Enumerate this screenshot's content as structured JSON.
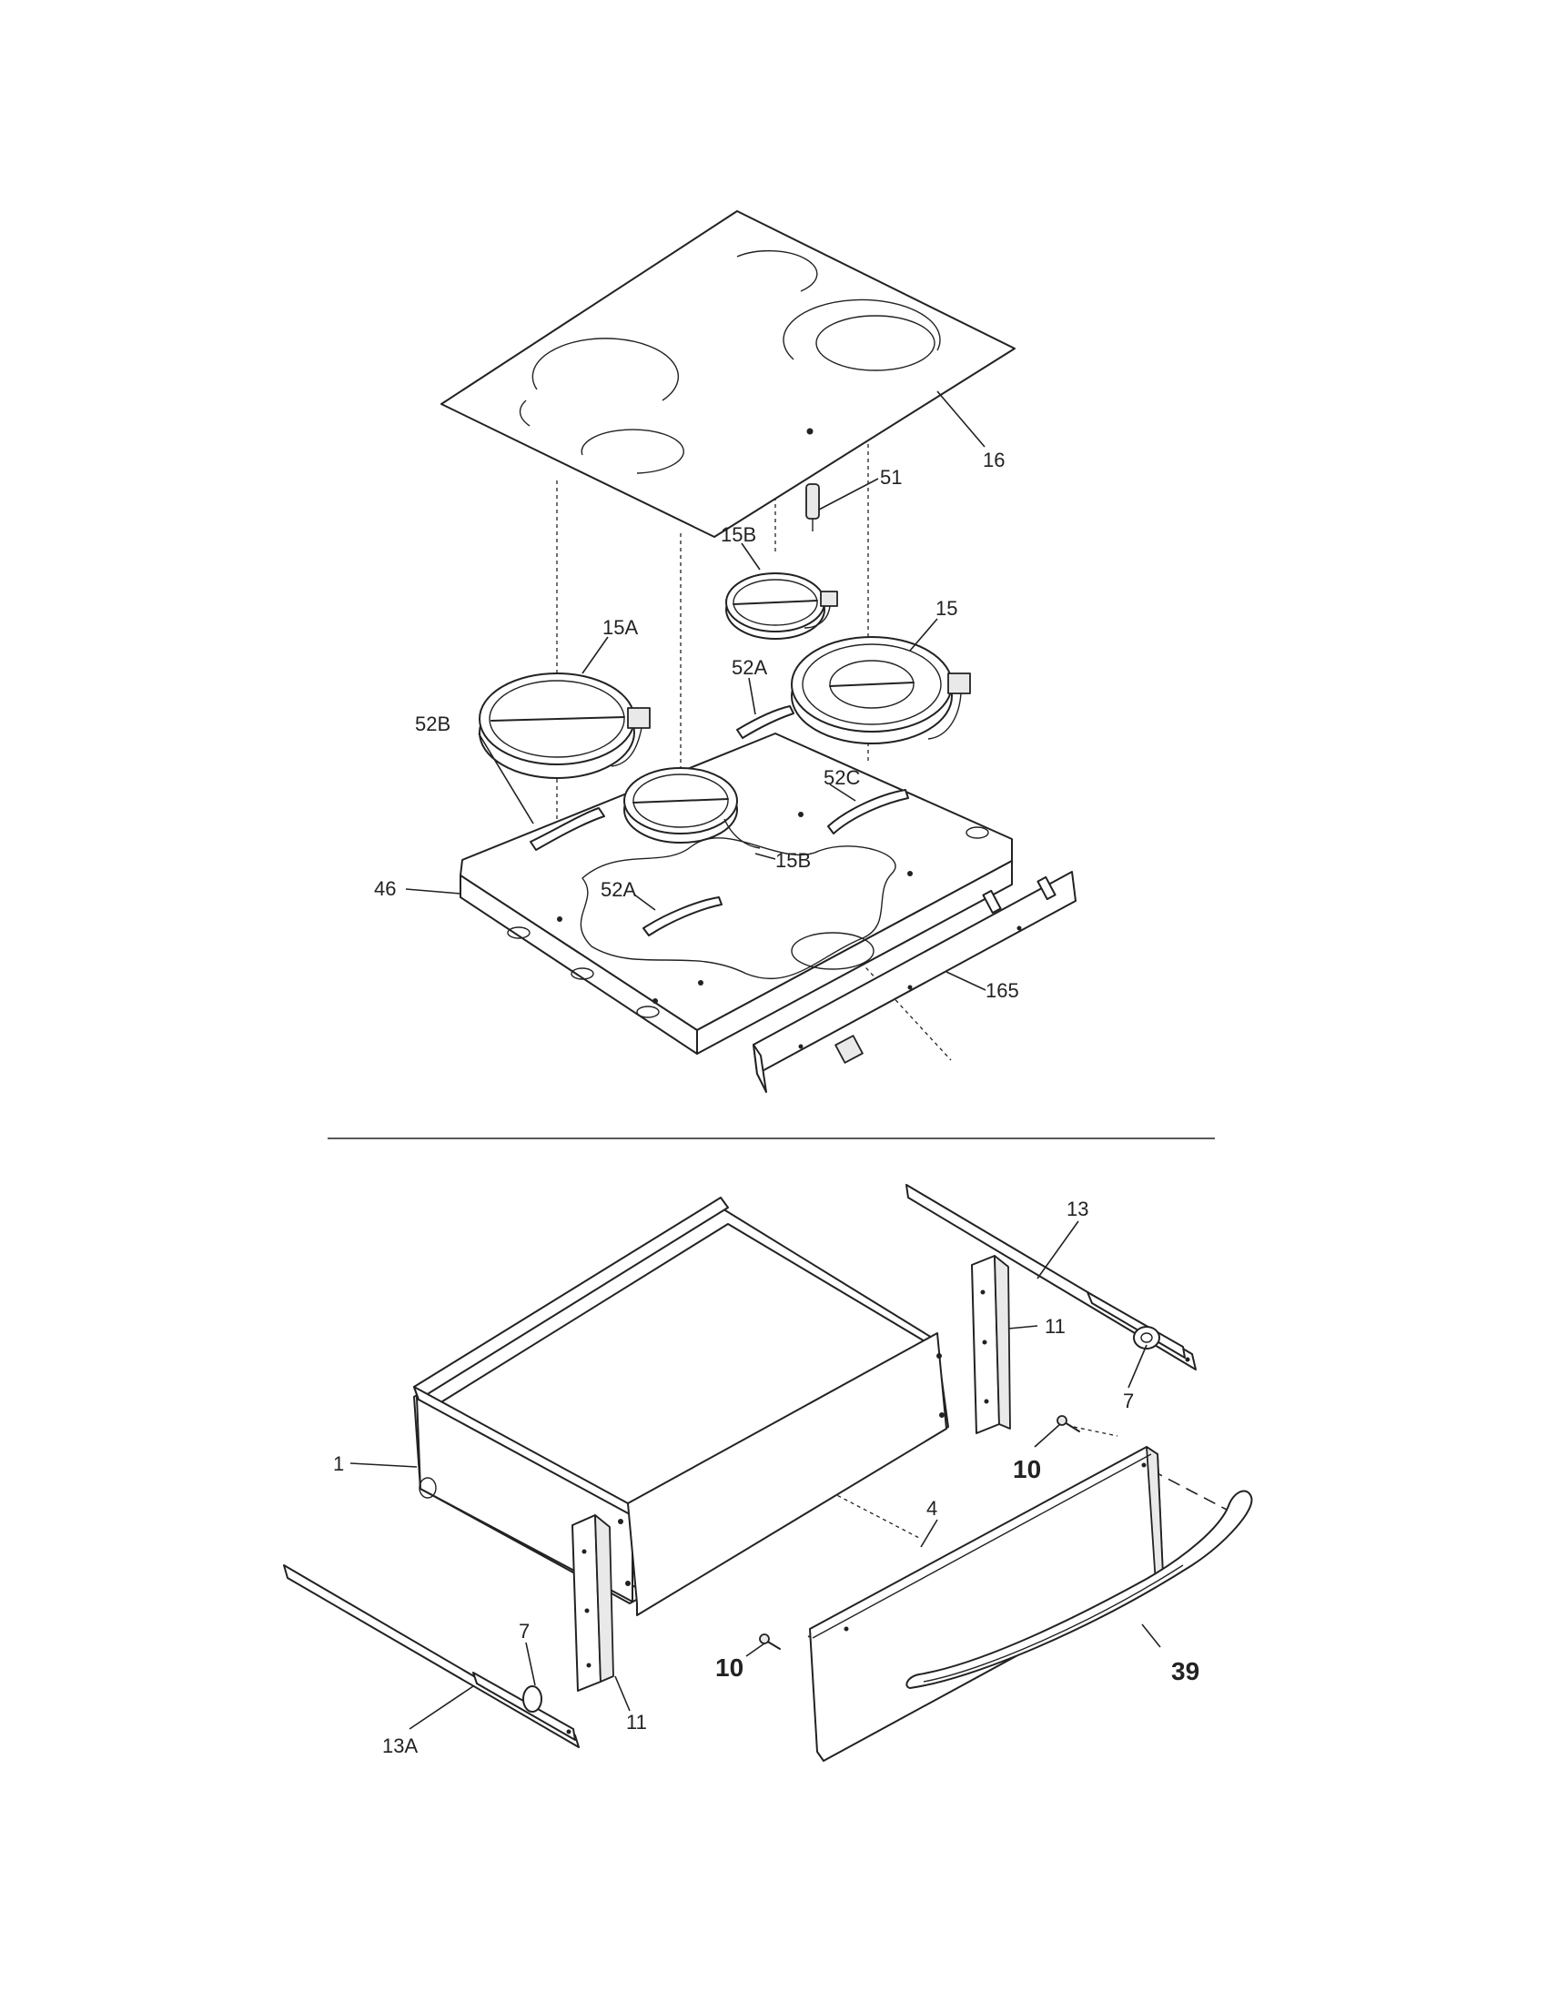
{
  "top_section": {
    "labels": {
      "cooktop_glass": "16",
      "sensor": "51",
      "element_small_rear": "15B",
      "element_large_front": "15A",
      "element_large_rear": "15",
      "bracket_52a_rear": "52A",
      "bracket_52b": "52B",
      "bracket_52c": "52C",
      "element_small_front": "15B",
      "bracket_52a_front": "52A",
      "burner_box": "46",
      "rear_bracket": "165"
    }
  },
  "bottom_section": {
    "labels": {
      "slide_rail_right": "13",
      "rear_bracket_right": "11",
      "roller_right": "7",
      "drawer": "1",
      "screw_right": "10",
      "drawer_front": "4",
      "slide_rail_left": "13A",
      "roller_left": "7",
      "rear_bracket_left": "11",
      "screw_left": "10",
      "handle": "39"
    }
  }
}
